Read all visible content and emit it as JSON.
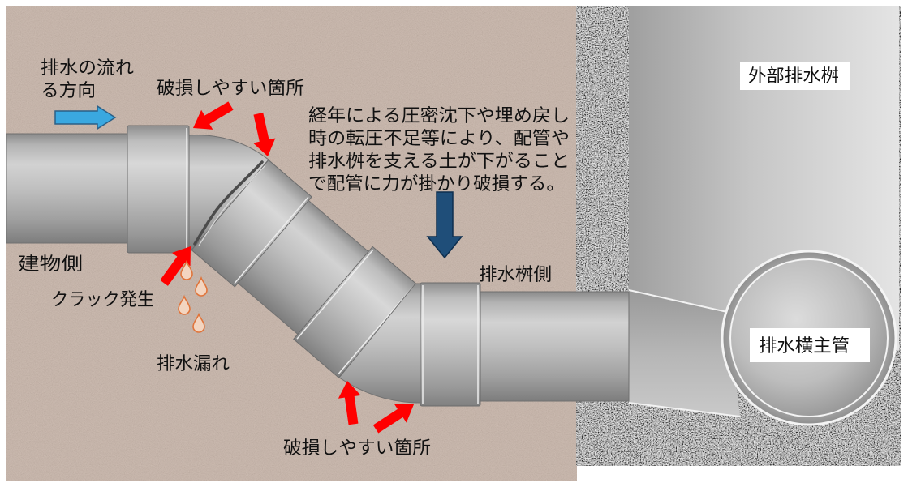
{
  "diagram": {
    "flow_direction": {
      "line1": "排水の流れ",
      "line2": "る方向"
    },
    "damage_prone_top": "破損しやすい箇所",
    "damage_prone_bottom": "破損しやすい箇所",
    "explanation_lines": [
      "経年による圧密沈下や埋め戻し",
      "時の転圧不足等により、配管や",
      "排水桝を支える土が下がること",
      "で配管に力が掛かり破損する。"
    ],
    "external_basin": "外部排水桝",
    "basin_side": "排水桝側",
    "building_side": "建物側",
    "crack": "クラック発生",
    "leak": "排水漏れ",
    "main_pipe": "排水横主管"
  },
  "colors": {
    "soil": "#c9b4a7",
    "concrete": "#9a9a9a",
    "damage_arrow": "#ff0000",
    "flow_arrow": "#3aa8e0",
    "settlement_arrow": "#1f4e79",
    "leak_drop_outline": "#e0743a",
    "leak_drop_fill": "#f3d5c0",
    "label_box": "#ffffff"
  }
}
